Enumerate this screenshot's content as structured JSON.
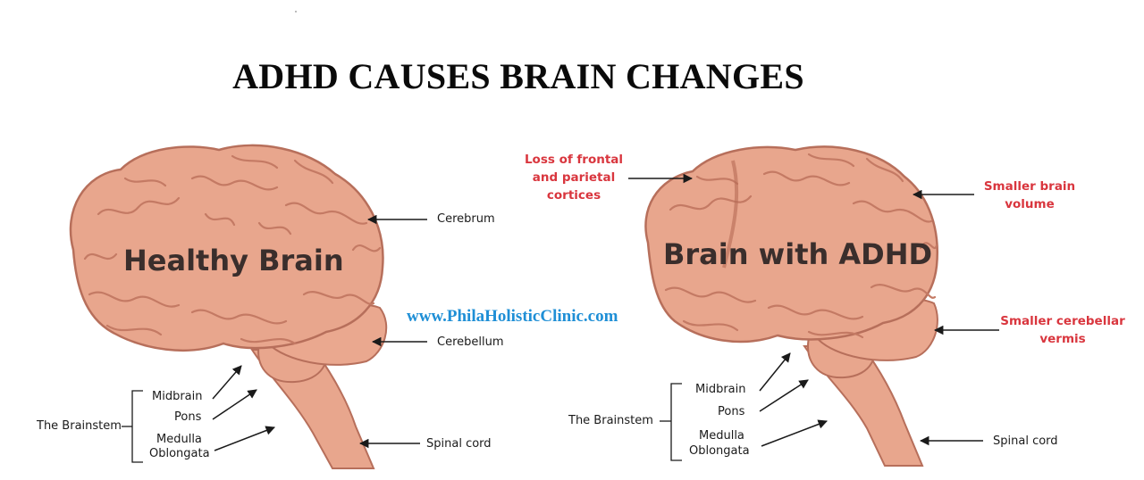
{
  "title": "ADHD CAUSES BRAIN CHANGES",
  "website": "www.PhilaHolisticClinic.com",
  "colors": {
    "brain": "#e8a68d",
    "brain_outline": "#b76f5b",
    "red_labels": "#d9363e",
    "url": "#1f8fd6"
  },
  "healthy": {
    "title": "Healthy Brain",
    "cerebrum": "Cerebrum",
    "cerebellum": "Cerebellum",
    "spinal_cord": "Spinal cord",
    "brainstem": "The Brainstem",
    "midbrain": "Midbrain",
    "pons": "Pons",
    "medulla_line1": "Medulla",
    "medulla_line2": "Oblongata"
  },
  "adhd": {
    "title": "Brain with ADHD",
    "loss_line1": "Loss of frontal",
    "loss_line2": "and parietal",
    "loss_line3": "cortices",
    "smaller_brain_line1": "Smaller brain",
    "smaller_brain_line2": "volume",
    "smaller_vermis_line1": "Smaller cerebellar",
    "smaller_vermis_line2": "vermis",
    "spinal_cord": "Spinal cord",
    "brainstem": "The Brainstem",
    "midbrain": "Midbrain",
    "pons": "Pons",
    "medulla_line1": "Medulla",
    "medulla_line2": "Oblongata"
  }
}
